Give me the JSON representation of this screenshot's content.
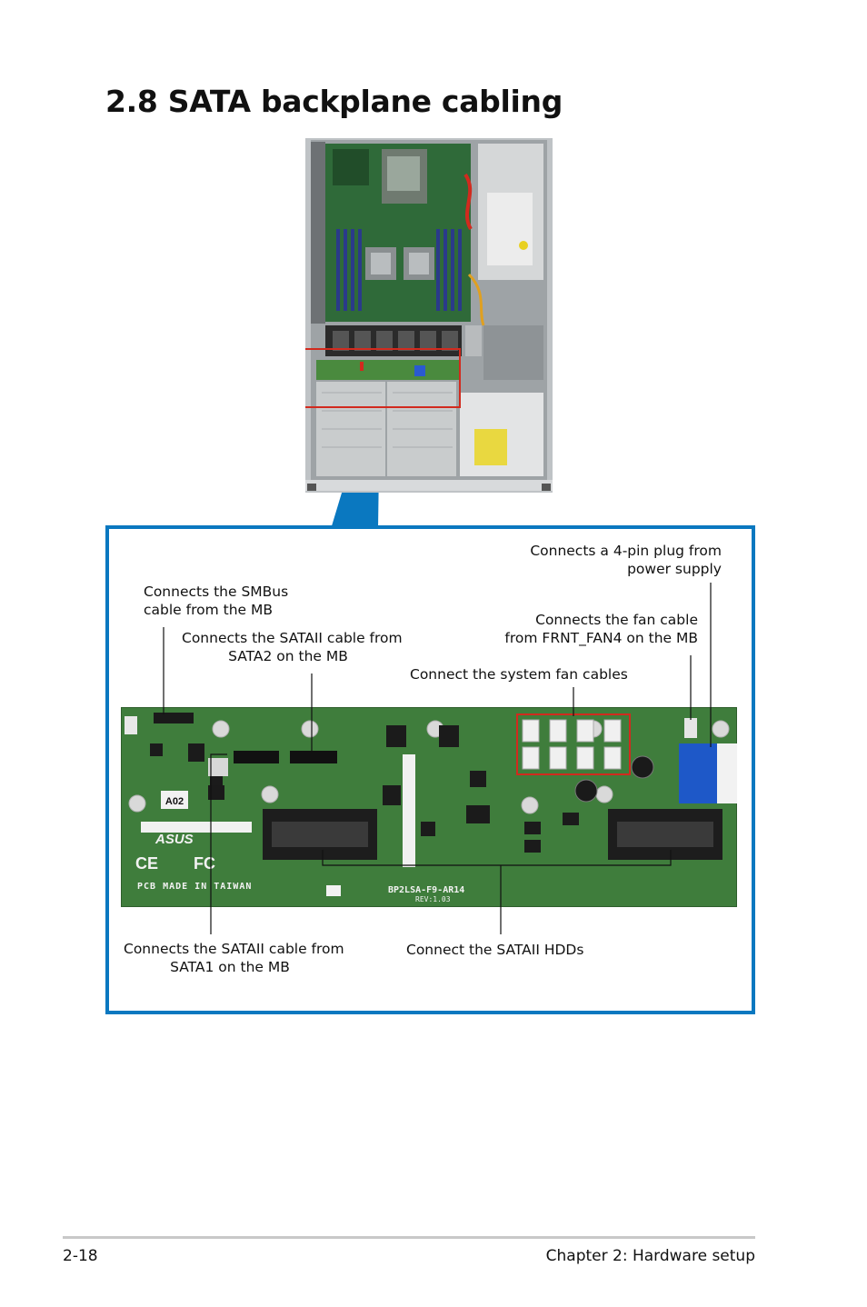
{
  "section": {
    "title": "2.8 SATA backplane cabling"
  },
  "callouts": {
    "smbus": [
      "Connects the SMBus",
      "cable from the MB"
    ],
    "sata2": [
      "Connects the SATAII cable from",
      "SATA2 on the MB"
    ],
    "power": [
      "Connects a 4-pin plug from",
      "power supply"
    ],
    "fan_cable": [
      "Connects the fan cable",
      "from FRNT_FAN4 on the MB"
    ],
    "system_fans": "Connect the system fan cables",
    "sata1": [
      "Connects the SATAII cable from",
      "SATA1 on the MB"
    ],
    "hdds": "Connect the SATAII HDDs"
  },
  "board_markings": {
    "version": "A02",
    "brand": "ASUS",
    "made_in": "PCB MADE IN TAIWAN",
    "model": "BP2LSA-F9-AR14",
    "rev": "REV:1.03"
  },
  "footer": {
    "page_number": "2-18",
    "chapter": "Chapter 2:  Hardware setup"
  },
  "colors": {
    "callout_blue": "#0a78c0",
    "highlight_red": "#d22a1e",
    "pcb_green": "#3f7d3c"
  }
}
